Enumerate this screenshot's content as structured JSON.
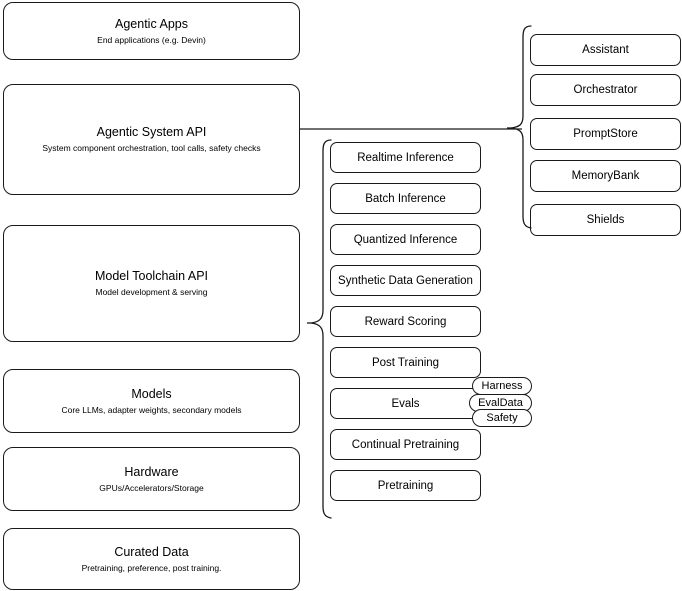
{
  "diagram": {
    "title": "AI stack layered architecture diagram",
    "stroke_color": "#1a1a1a",
    "background_color": "#ffffff"
  },
  "left_stack": {
    "name": "stack-layers",
    "items": [
      {
        "id": "agentic-apps",
        "title": "Agentic Apps",
        "subtitle": "End applications (e.g. Devin)"
      },
      {
        "id": "agentic-system-api",
        "title": "Agentic System API",
        "subtitle": "System component orchestration, tool calls, safety checks"
      },
      {
        "id": "model-toolchain-api",
        "title": "Model Toolchain API",
        "subtitle": "Model development & serving"
      },
      {
        "id": "models",
        "title": "Models",
        "subtitle": "Core LLMs, adapter weights, secondary models"
      },
      {
        "id": "hardware",
        "title": "Hardware",
        "subtitle": "GPUs/Accelerators/Storage"
      },
      {
        "id": "curated-data",
        "title": "Curated Data",
        "subtitle": "Pretraining, preference, post training."
      }
    ]
  },
  "toolchain_capabilities": {
    "name": "model-toolchain-capabilities",
    "items": [
      {
        "id": "realtime-inference",
        "label": "Realtime Inference"
      },
      {
        "id": "batch-inference",
        "label": "Batch Inference"
      },
      {
        "id": "quantized-inference",
        "label": "Quantized Inference"
      },
      {
        "id": "synthetic-data-generation",
        "label": "Synthetic Data Generation"
      },
      {
        "id": "reward-scoring",
        "label": "Reward Scoring"
      },
      {
        "id": "post-training",
        "label": "Post Training"
      },
      {
        "id": "evals",
        "label": "Evals"
      },
      {
        "id": "continual-pretraining",
        "label": "Continual Pretraining"
      },
      {
        "id": "pretraining",
        "label": "Pretraining"
      }
    ]
  },
  "evals_tags": {
    "name": "evals-subcomponents",
    "items": [
      {
        "id": "harness",
        "label": "Harness"
      },
      {
        "id": "evaldata",
        "label": "EvalData"
      },
      {
        "id": "safety",
        "label": "Safety"
      }
    ]
  },
  "agentic_components": {
    "name": "agentic-system-components",
    "items": [
      {
        "id": "assistant",
        "label": "Assistant"
      },
      {
        "id": "orchestrator",
        "label": "Orchestrator"
      },
      {
        "id": "promptstore",
        "label": "PromptStore"
      },
      {
        "id": "memorybank",
        "label": "MemoryBank"
      },
      {
        "id": "shields",
        "label": "Shields"
      }
    ]
  }
}
